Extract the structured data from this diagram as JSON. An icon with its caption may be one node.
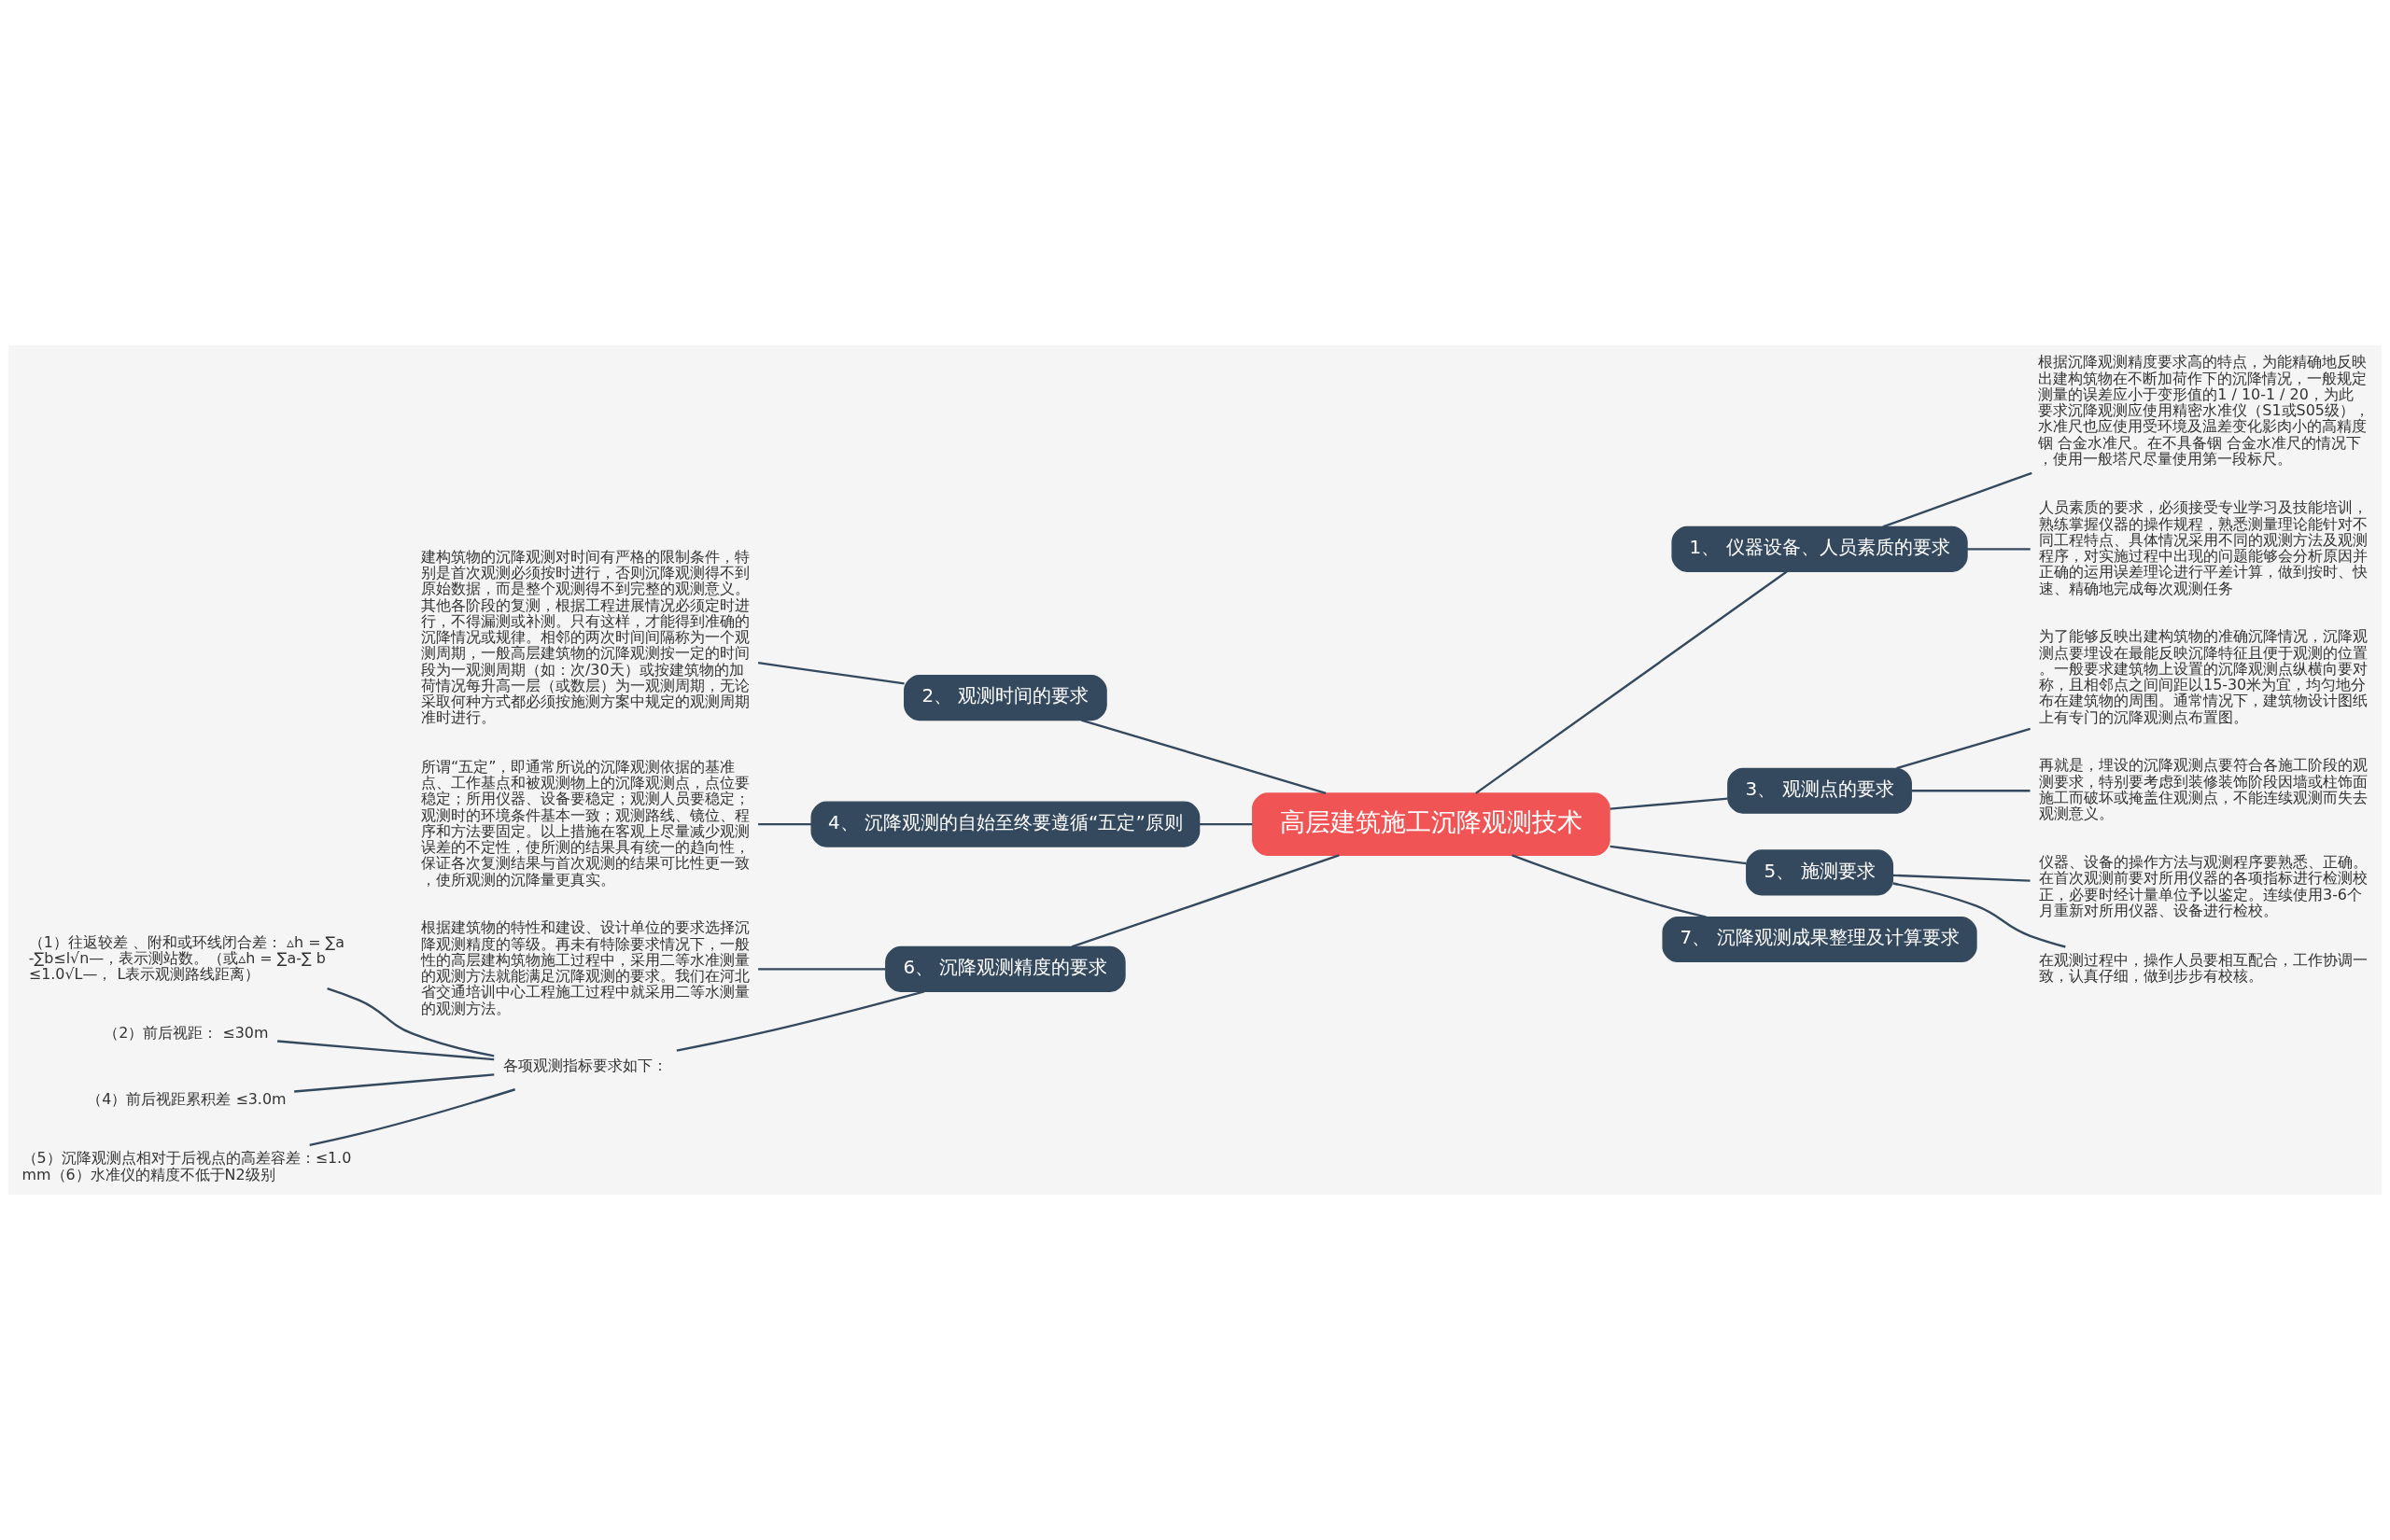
{
  "diagram": {
    "nodes": [
      {
        "text": [
          "高层建筑施工沉降观测技术"
        ]
      },
      {
        "text": [
          "1、 仪器设备、人员素质的要求"
        ]
      },
      {
        "text": [
          "根据沉降观测精度要求高的特点，为能精确地反映出建构筑物在不断加荷作下的沉降情况，一般规定测量的误差应小于变形值的1 / 10-1 / 20，为此要求沉降观测应使用精密水准仪（S1或S05级），水准尺也应使用受环境及温差变化影肉小的高精度铟 合金水准尺。在不具备铟 合金水准尺的情况下，使用一般塔尺尽量使用第一段标尺。"
        ]
      },
      {
        "text": [
          "人员素质的要求，必须接受专业学习及技能培训，熟练掌握仪器的操作规程，熟悉测量理论能针对不同工程特点、具体情况采用不同的观测方法及观测程序，对实施过程中出现的问题能够会分析原因并正确的运用误差理论进行平差计算，做到按时、快速、精确地完成每次观测任务"
        ]
      },
      {
        "text": [
          "2、 观测时间的要求"
        ]
      },
      {
        "text": [
          "建构筑物的沉降观测对时间有严格的限制条件，特别是首次观测必须按时进行，否则沉降观测得不到原始数据，而是整个观测得不到完整的观测意义。其他各阶段的复测，根据工程进展情况必须定时进行，不得漏测或补测。只有这样，才能得到准确的沉降情况或规律。相邻的两次时间间隔称为一个观测周期，一般高层建筑物的沉降观测按一定的时间段为一观测周期（如：次/30天）或按建筑物的加荷情况每升高一层（或数层）为一观测周期，无论采取何种方式都必须按施测方案中规定的观测周期准时进行。"
        ]
      },
      {
        "text": [
          "3、 观测点的要求"
        ]
      },
      {
        "text": [
          "为了能够反映出建构筑物的准确沉降情况，沉降观测点要埋设在最能反映沉降特征且便于观测的位置。一般要求建筑物上设置的沉降观测点纵横向要对称，且相邻点之间间距以15-30米为宜，均匀地分布在建筑物的周围。通常情况下，建筑物设计图纸上有专门的沉降观测点布置图。"
        ]
      },
      {
        "text": [
          "再就是，埋设的沉降观测点要符合各施工阶段的观测要求，特别要考虑到装修装饰阶段因墙或柱饰面施工而破坏或掩盖住观测点，不能连续观测而失去观测意义。"
        ]
      },
      {
        "text": [
          "4、 沉降观测的自始至终要遵循“五定”原则"
        ]
      },
      {
        "text": [
          "所谓“五定”，即通常所说的沉降观测依据的基准点、工作基点和被观测物上的沉降观测点，点位要稳定；所用仪器、设备要稳定；观测人员要稳定；观测时的环境条件基本一致；观测路线、镜位、程序和方法要固定。以上措施在客观上尽量减少观测误差的不定性，使所测的结果具有统一的趋向性，保证各次复测结果与首次观测的结果可比性更一致，使所观测的沉降量更真实。"
        ]
      },
      {
        "text": [
          "5、 施测要求"
        ]
      },
      {
        "text": [
          "仪器、设备的操作方法与观测程序要熟悉、正确。在首次观测前要对所用仪器的各项指标进行检测校正，必要时经计量单位予以鉴定。连续使用3-6个月重新对所用仪器、设备进行检校。"
        ]
      },
      {
        "text": [
          "在观测过程中，操作人员要相互配合，工作协调一致，认真仔细，做到步步有校核。"
        ]
      },
      {
        "text": [
          "6、 沉降观测精度的要求"
        ]
      },
      {
        "text": [
          "根据建筑物的特性和建设、设计单位的要求选择沉降观测精度的等级。再未有特除要求情况下，一般性的高层建构筑物施工过程中，采用二等水准测量的观测方法就能满足沉降观测的要求。我们在河北省交通培训中心工程施工过程中就采用二等水测量的观测方法。"
        ]
      },
      {
        "text": [
          "各项观测指标要求如下："
        ]
      },
      {
        "text": [
          "（1）往返较差 、附和或环线闭合差： ▵h = ∑a-∑b≤l√n—，表示测站数。（或▵h = ∑a-∑ b≤1.0√L—， L表示观测路线距离）"
        ]
      },
      {
        "text": [
          "（2）前后视距： ≤30m"
        ]
      },
      {
        "text": [
          "（4）前后视距累积差 ≤3.0m"
        ]
      },
      {
        "text": [
          "（5）沉降观测点相对于后视点的高差容差：≤1.0mm（6）水准仪的精度不低于N2级别"
        ]
      },
      {
        "text": [
          "7、 沉降观测成果整理及计算要求"
        ]
      }
    ],
    "edges": [
      {
        "from": 0,
        "to": 1,
        "arrow": "none"
      },
      {
        "from": 1,
        "to": 2,
        "arrow": "none"
      },
      {
        "from": 1,
        "to": 3,
        "arrow": "none"
      },
      {
        "from": 0,
        "to": 4,
        "arrow": "none"
      },
      {
        "from": 4,
        "to": 5,
        "arrow": "none"
      },
      {
        "from": 0,
        "to": 6,
        "arrow": "none"
      },
      {
        "from": 6,
        "to": 7,
        "arrow": "none"
      },
      {
        "from": 6,
        "to": 8,
        "arrow": "none"
      },
      {
        "from": 0,
        "to": 9,
        "arrow": "none"
      },
      {
        "from": 9,
        "to": 10,
        "arrow": "none"
      },
      {
        "from": 0,
        "to": 11,
        "arrow": "none"
      },
      {
        "from": 11,
        "to": 12,
        "arrow": "none"
      },
      {
        "from": 11,
        "to": 13,
        "arrow": "none"
      },
      {
        "from": 0,
        "to": 14,
        "arrow": "none"
      },
      {
        "from": 14,
        "to": 15,
        "arrow": "none"
      },
      {
        "from": 14,
        "to": 16,
        "arrow": "none"
      },
      {
        "from": 16,
        "to": 17,
        "arrow": "none"
      },
      {
        "from": 16,
        "to": 18,
        "arrow": "none"
      },
      {
        "from": 16,
        "to": 19,
        "arrow": "none"
      },
      {
        "from": 16,
        "to": 20,
        "arrow": "none"
      },
      {
        "from": 0,
        "to": 21,
        "arrow": "none"
      }
    ]
  }
}
